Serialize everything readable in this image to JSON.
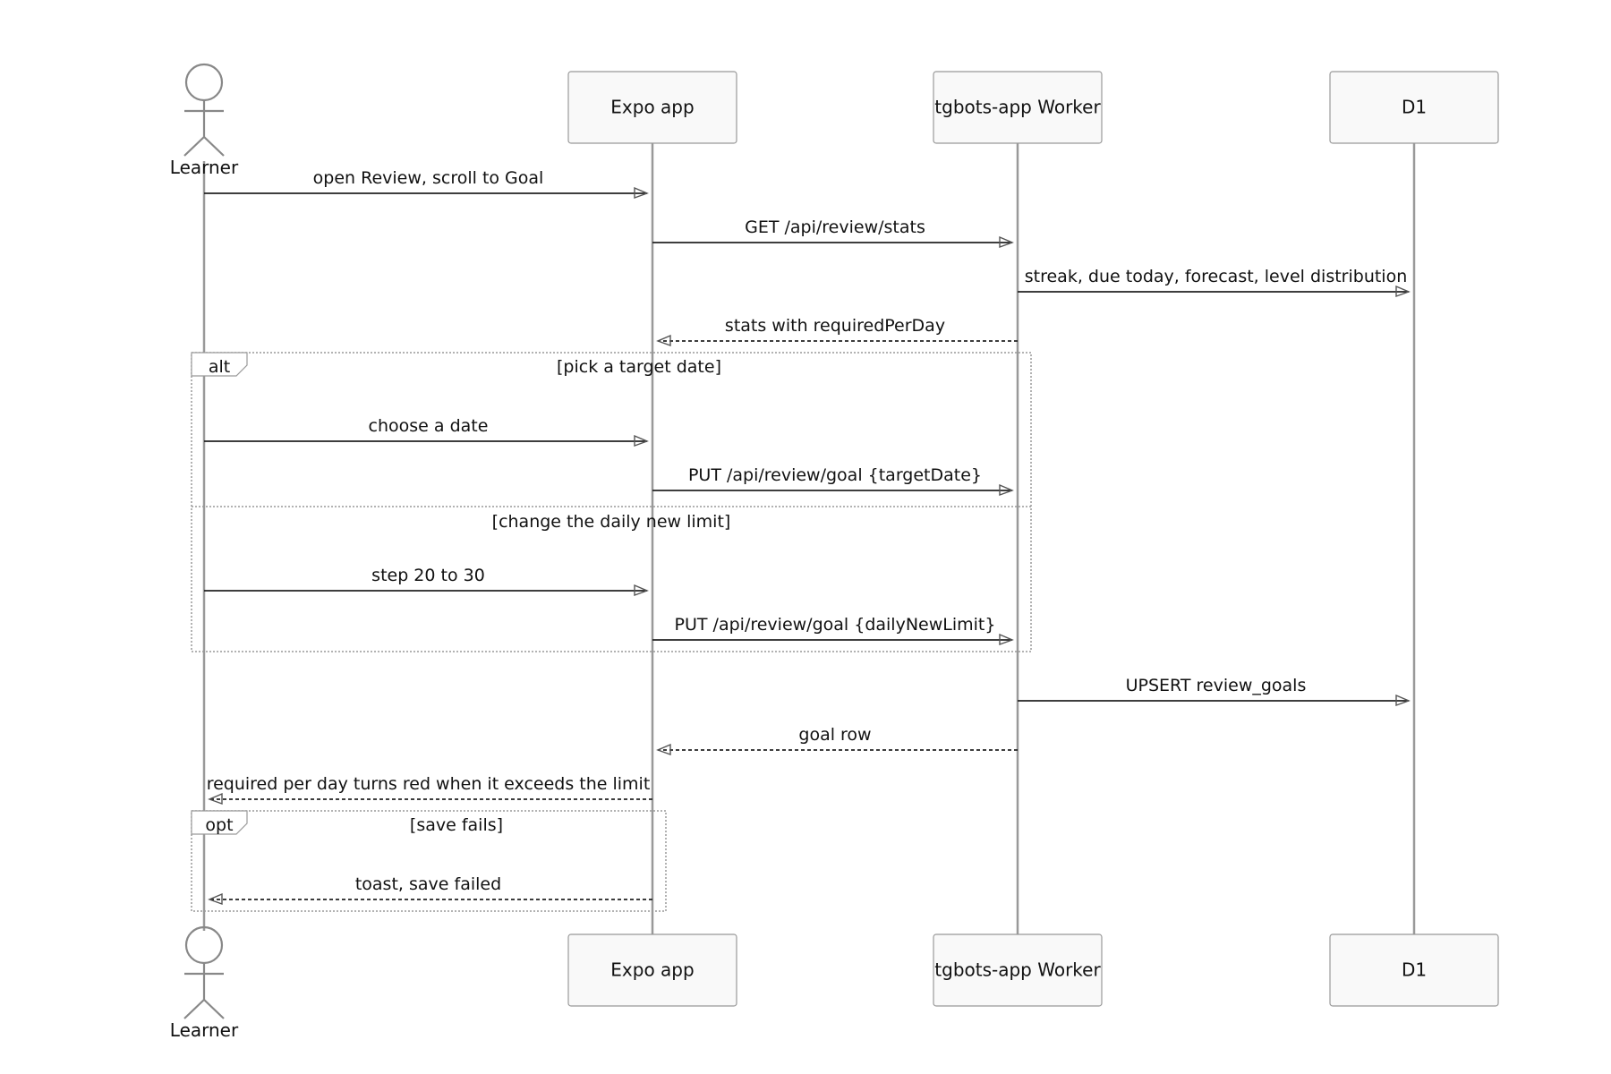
{
  "diagram": {
    "type": "sequence",
    "participants": [
      {
        "id": "learner",
        "label": "Learner",
        "kind": "actor"
      },
      {
        "id": "expo",
        "label": "Expo app",
        "kind": "box"
      },
      {
        "id": "worker",
        "label": "tgbots-app Worker",
        "kind": "box"
      },
      {
        "id": "d1",
        "label": "D1",
        "kind": "box"
      }
    ],
    "messages": [
      {
        "from": "learner",
        "to": "expo",
        "label": "open Review, scroll to Goal",
        "style": "solid"
      },
      {
        "from": "expo",
        "to": "worker",
        "label": "GET /api/review/stats",
        "style": "solid"
      },
      {
        "from": "worker",
        "to": "d1",
        "label": "streak, due today, forecast, level distribution",
        "style": "solid"
      },
      {
        "from": "worker",
        "to": "expo",
        "label": "stats with requiredPerDay",
        "style": "dashed"
      },
      {
        "from": "learner",
        "to": "expo",
        "label": "choose a date",
        "style": "solid"
      },
      {
        "from": "expo",
        "to": "worker",
        "label": "PUT /api/review/goal {targetDate}",
        "style": "solid"
      },
      {
        "from": "learner",
        "to": "expo",
        "label": "step 20 to 30",
        "style": "solid"
      },
      {
        "from": "expo",
        "to": "worker",
        "label": "PUT /api/review/goal {dailyNewLimit}",
        "style": "solid"
      },
      {
        "from": "worker",
        "to": "d1",
        "label": "UPSERT review_goals",
        "style": "solid"
      },
      {
        "from": "worker",
        "to": "expo",
        "label": "goal row",
        "style": "dashed"
      },
      {
        "from": "expo",
        "to": "learner",
        "label": "required per day turns red when it exceeds the limit",
        "style": "dashed"
      },
      {
        "from": "expo",
        "to": "learner",
        "label": "toast, save failed",
        "style": "dashed"
      }
    ],
    "frames": [
      {
        "kind": "alt",
        "sections": [
          "[pick a target date]",
          "[change the daily new limit]"
        ]
      },
      {
        "kind": "opt",
        "sections": [
          "[save fails]"
        ]
      }
    ]
  }
}
